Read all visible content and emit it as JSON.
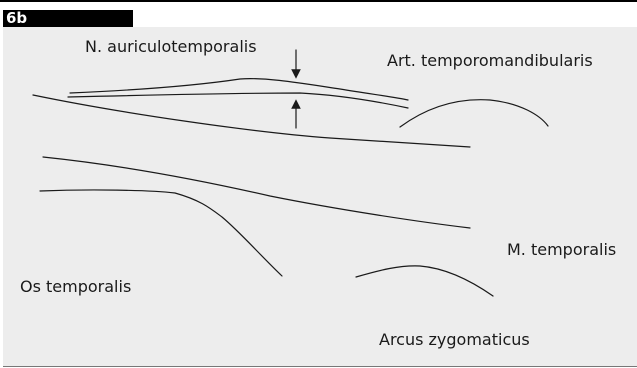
{
  "figure": {
    "label": "6b",
    "background_color": "#ededed",
    "line_color": "#1a1a1a"
  },
  "labels": {
    "nerve": "N. auriculotemporalis",
    "artery": "Art. temporomandibularis",
    "muscle": "M. temporalis",
    "bone": "Os temporalis",
    "arch": "Arcus zygomaticus"
  }
}
